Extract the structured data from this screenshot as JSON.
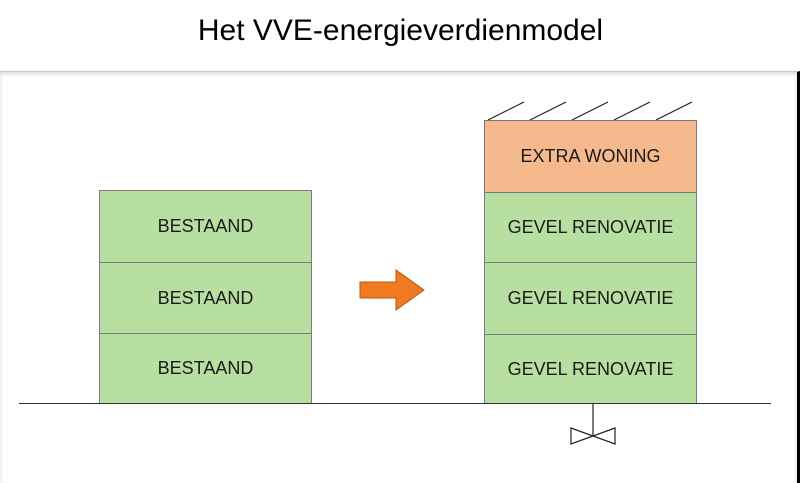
{
  "title": "Het VVE-energieverdienmodel",
  "left_building": {
    "floors": [
      "BESTAAND",
      "BESTAAND",
      "BESTAAND"
    ]
  },
  "right_building": {
    "top_floor": "EXTRA WONING",
    "floors": [
      "GEVEL RENOVATIE",
      "GEVEL RENOVATIE",
      "GEVEL RENOVATIE"
    ]
  },
  "icons": {
    "arrow": "arrow-right-icon",
    "roof": "roof-hatch-icon",
    "valve": "valve-icon"
  },
  "colors": {
    "existing_fill": "#b7dfa1",
    "extra_fill": "#f6b98e",
    "arrow": "#f07a22"
  }
}
